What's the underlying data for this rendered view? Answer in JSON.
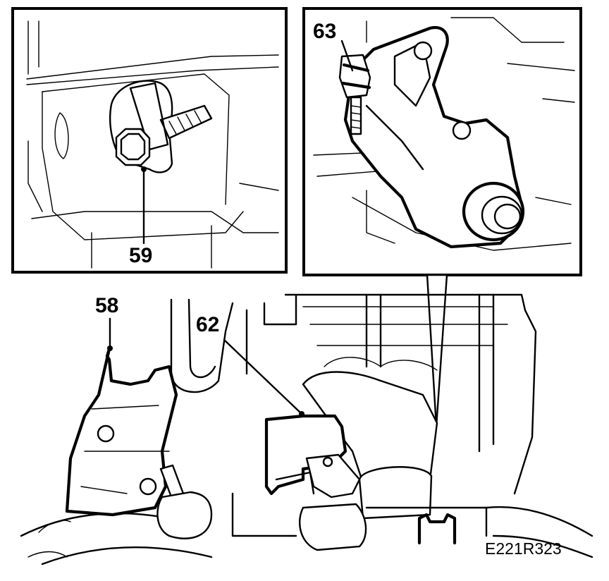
{
  "figure": {
    "reference_code": "E221R323"
  },
  "callouts": {
    "c58": "58",
    "c59": "59",
    "c62": "62",
    "c63": "63"
  },
  "insets": [
    {
      "id": "left-inset",
      "shows": "59"
    },
    {
      "id": "right-inset",
      "shows": "63"
    }
  ]
}
